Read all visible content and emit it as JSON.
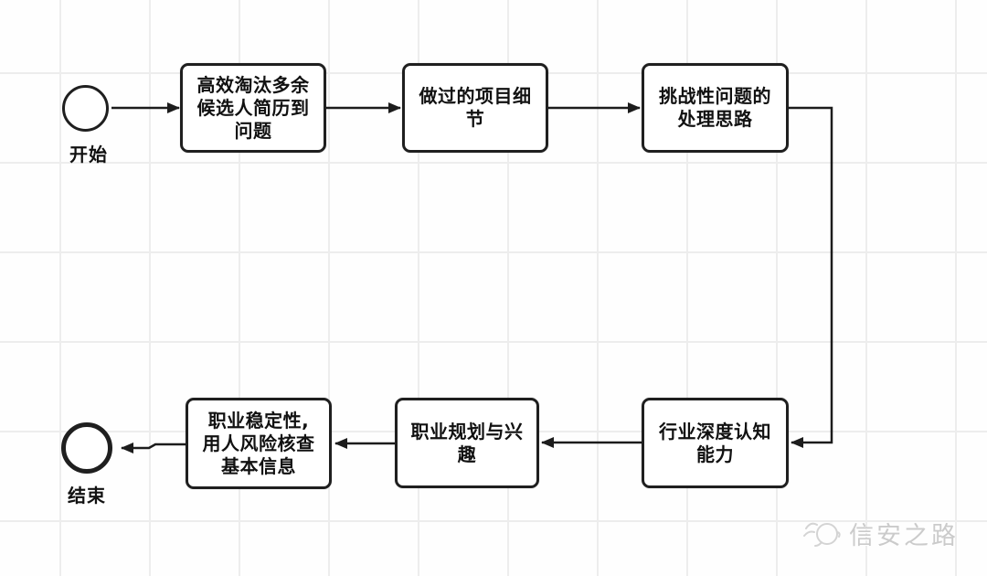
{
  "diagram": {
    "type": "flowchart",
    "start": {
      "label": "开始"
    },
    "end": {
      "label": "结束"
    },
    "nodes": [
      {
        "id": "screen-resumes",
        "label": "高效淘汰多余\n候选人简历到\n问题"
      },
      {
        "id": "project-details",
        "label": "做过的项目细\n节"
      },
      {
        "id": "challenge-thinking",
        "label": "挑战性问题的\n处理思路"
      },
      {
        "id": "industry-depth",
        "label": "行业深度认知\n能力"
      },
      {
        "id": "career-plan",
        "label": "职业规划与兴\n趣"
      },
      {
        "id": "stability-check",
        "label": "职业稳定性,\n用人风险核查\n基本信息"
      }
    ],
    "flow_order": [
      "开始",
      "高效淘汰多余候选人简历到问题",
      "做过的项目细节",
      "挑战性问题的处理思路",
      "行业深度认知能力",
      "职业规划与兴趣",
      "职业稳定性,用人风险核查基本信息",
      "结束"
    ]
  },
  "watermark": {
    "text": "信安之路",
    "logo": "bird-doodle-icon",
    "color": "#cbcbcb"
  },
  "colors": {
    "stroke": "#1f1f1f",
    "node_fill": "#ffffff",
    "grid_line": "#ededed",
    "background": "#fefefe"
  }
}
